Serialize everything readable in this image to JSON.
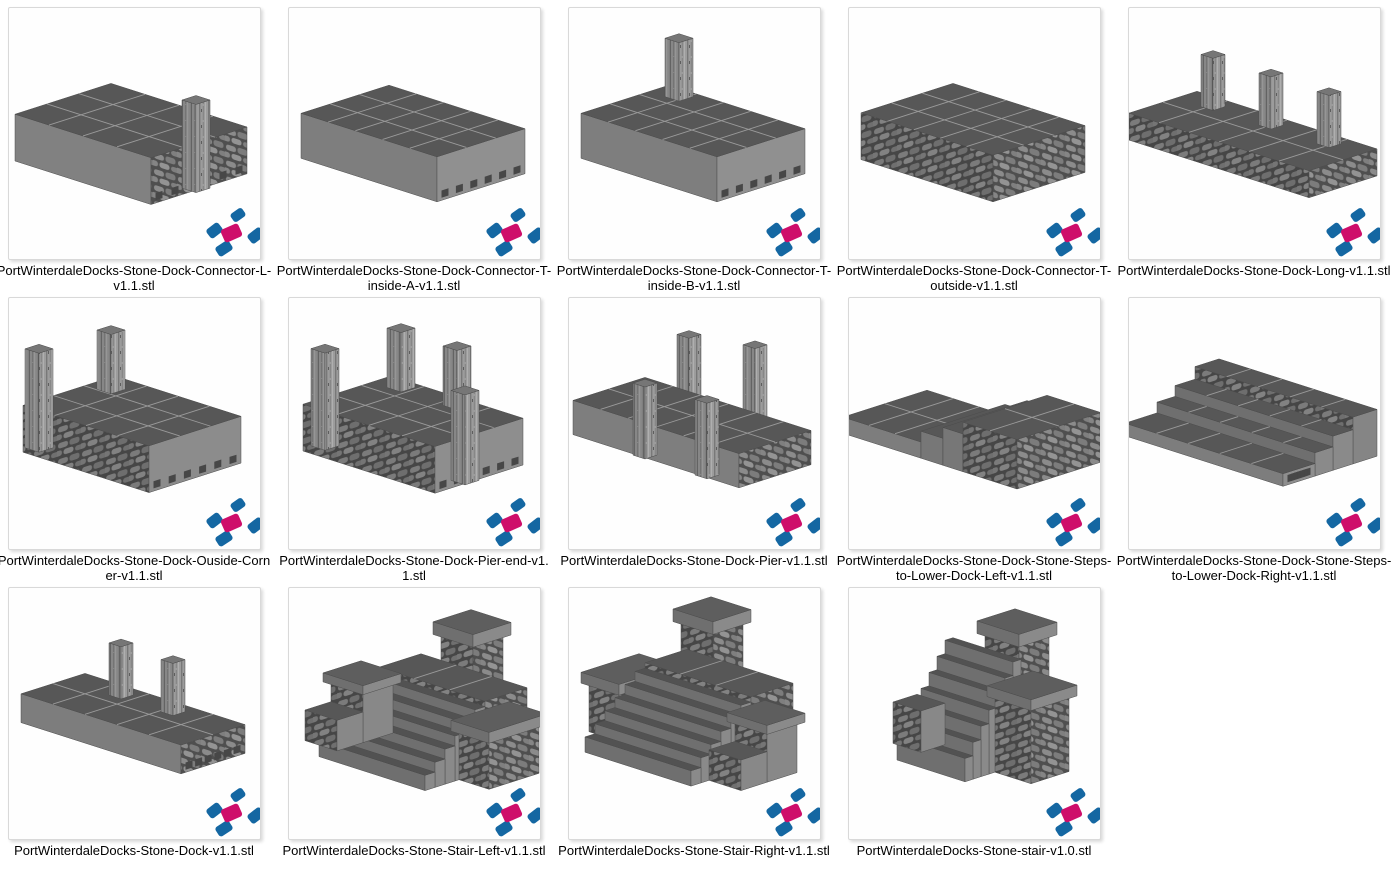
{
  "page": {
    "background": "#ffffff",
    "card_border": "#d9d9d9",
    "card_background": "#fefefe"
  },
  "logo": {
    "name": "netfabb-tiles-logo",
    "blue": "#1467a2",
    "pink": "#ce0e6a"
  },
  "model_colors": {
    "top": "#575757",
    "side_right": "#8f8f8f",
    "side_left": "#7d7d7d",
    "stone_base": "#4f4f4f",
    "wood": "#9c9c9c",
    "grid_line": "#9a9a9a"
  },
  "items": [
    {
      "filename": "PortWinterdaleDocks-Stone-Dock-Connector-L-v1.1.stl",
      "shape": "connector-l",
      "model": "stone dock platform with center mooring post"
    },
    {
      "filename": "PortWinterdaleDocks-Stone-Dock-Connector-T-inside-A-v1.1.stl",
      "shape": "t-inside-a",
      "model": "flat stone dock connector platform"
    },
    {
      "filename": "PortWinterdaleDocks-Stone-Dock-Connector-T-inside-B-v1.1.stl",
      "shape": "t-inside-b",
      "model": "stone dock connector platform with back post"
    },
    {
      "filename": "PortWinterdaleDocks-Stone-Dock-Connector-T-outside-v1.1.stl",
      "shape": "t-outside",
      "model": "stone dock connector platform with stone walls"
    },
    {
      "filename": "PortWinterdaleDocks-Stone-Dock-Long-v1.1.stl",
      "shape": "dock-long",
      "model": "long low stone dock with three posts"
    },
    {
      "filename": "PortWinterdaleDocks-Stone-Dock-Ouside-Corner-v1.1.stl",
      "shape": "outside-corner",
      "model": "stone dock outside corner with two posts"
    },
    {
      "filename": "PortWinterdaleDocks-Stone-Dock-Pier-end-v1.1.stl",
      "shape": "pier-end",
      "model": "stone dock pier end with four posts"
    },
    {
      "filename": "PortWinterdaleDocks-Stone-Dock-Pier-v1.1.stl",
      "shape": "pier",
      "model": "long stone pier with four posts"
    },
    {
      "filename": "PortWinterdaleDocks-Stone-Dock-Stone-Steps-to-Lower-Dock-Left-v1.1.stl",
      "shape": "steps-left",
      "model": "low dock with steps up to higher block on right"
    },
    {
      "filename": "PortWinterdaleDocks-Stone-Dock-Stone-Steps-to-Lower-Dock-Right-v1.1.stl",
      "shape": "steps-right",
      "model": "wide stone tiers stepping down to lower dock"
    },
    {
      "filename": "PortWinterdaleDocks-Stone-Dock-v1.1.stl",
      "shape": "dock",
      "model": "low stone dock with two posts"
    },
    {
      "filename": "PortWinterdaleDocks-Stone-Stair-Left-v1.1.stl",
      "shape": "stair-left",
      "model": "stone staircase with pillar, steps descending left"
    },
    {
      "filename": "PortWinterdaleDocks-Stone-Stair-Right-v1.1.stl",
      "shape": "stair-right",
      "model": "stone staircase with pillar, steps descending right"
    },
    {
      "filename": "PortWinterdaleDocks-Stone-stair-v1.0.stl",
      "shape": "stair-tall",
      "model": "tall narrow stone staircase with pillar"
    }
  ]
}
